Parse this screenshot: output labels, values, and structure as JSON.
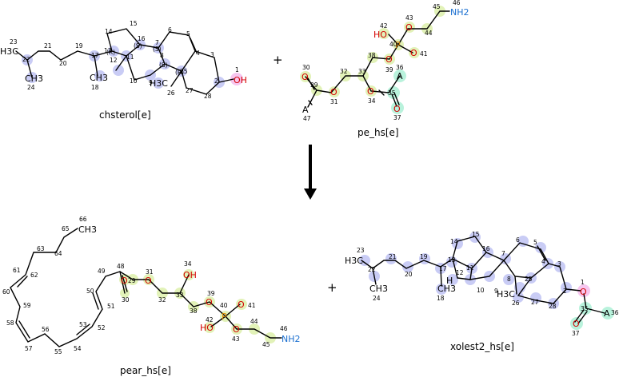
{
  "colors": {
    "highlight_blue": "#c9ccf5",
    "highlight_green": "#e2f2b8",
    "highlight_teal": "#b9f2dc",
    "highlight_pink": "#f6c6ef",
    "oxygen": "#d40000",
    "nitrogen": "#1a6fd0",
    "phosphorus": "#e08a00",
    "carbon": "#000000"
  },
  "icons": [
    "reaction-arrow-icon"
  ],
  "reaction": {
    "plus_symbol": "+",
    "reactants": [
      {
        "name": "chsterol[e]",
        "atoms": {
          "a1": "1",
          "a2": "2",
          "a3": "3",
          "a4": "4",
          "a5": "5",
          "a6": "6",
          "a7": "7",
          "a8": "8",
          "a9": "9",
          "a10": "10",
          "a11": "11",
          "a12": "12",
          "a13": "13",
          "a14": "14",
          "a15": "15",
          "a16": "16",
          "a17": "17",
          "a18": "18",
          "a19": "19",
          "a20": "20",
          "a21": "21",
          "a22": "22",
          "a23": "23",
          "a24": "24",
          "a25": "25",
          "a26": "26",
          "a27": "27",
          "a28": "28"
        },
        "labels": {
          "oh": "OH",
          "ch3_left": "H3C",
          "ch3_24": "CH3",
          "ch3_18": "CH3",
          "h3c_19": "H3C",
          "stereo_s1": "(S)",
          "stereo_s2": "(S)",
          "stereo_s3": "(S)",
          "stereo_r1": "(R)",
          "stereo_r2": "(R)"
        }
      },
      {
        "name": "pe_hs[e]",
        "atoms": {
          "a29": "29",
          "a30": "30",
          "a31": "31",
          "a32": "32",
          "a33": "33",
          "a34": "34",
          "a35": "35",
          "a36": "36",
          "a37": "37",
          "a38": "38",
          "a39": "39",
          "a40": "40",
          "a41": "41",
          "a42": "42",
          "a43": "43",
          "a44": "44",
          "a45": "45",
          "a46": "46",
          "a47": "47"
        },
        "labels": {
          "o30": "O",
          "o31": "O",
          "o34": "O",
          "o37": "O",
          "o39": "O",
          "o41": "O",
          "o43": "O",
          "ho42": "HO",
          "p40": "P",
          "nh2": "NH2",
          "a36": "A",
          "a47": "A"
        }
      }
    ],
    "products": [
      {
        "name": "pear_hs[e]",
        "atoms": {
          "a30": "30",
          "a31": "31",
          "a32": "32",
          "a33": "33",
          "a34": "34",
          "a38": "38",
          "a39": "39",
          "a40": "40",
          "a41": "41",
          "a42": "42",
          "a43": "43",
          "a44": "44",
          "a45": "45",
          "a46": "46",
          "a48": "48",
          "a49": "49",
          "a50": "50",
          "a51": "51",
          "a52": "52",
          "a53": "53",
          "a54": "54",
          "a55": "55",
          "a56": "56",
          "a57": "57",
          "a58": "58",
          "a59": "59",
          "a60": "60",
          "a61": "61",
          "a62": "62",
          "a63": "63",
          "a64": "64",
          "a65": "65",
          "a66": "66",
          "a29": "29"
        },
        "labels": {
          "ch3": "CH3",
          "o30": "O",
          "o31": "O",
          "oh34": "OH",
          "o39": "O",
          "o41": "O",
          "ho42": "HO",
          "o43": "O",
          "p40": "P",
          "nh2": "NH2"
        }
      },
      {
        "name": "xolest2_hs[e]",
        "atoms": {
          "a1": "1",
          "a2": "2",
          "a3": "3",
          "a4": "4",
          "a5": "5",
          "a6": "6",
          "a7": "7",
          "a8": "8",
          "a9": "9",
          "a10": "10",
          "a11": "11",
          "a12": "12",
          "a13": "13",
          "a14": "14",
          "a15": "15",
          "a16": "16",
          "a17": "17",
          "a18": "18",
          "a19": "19",
          "a20": "20",
          "a21": "21",
          "a22": "22",
          "a23": "23",
          "a24": "24",
          "a25": "25",
          "a26": "26",
          "a27": "27",
          "a28": "28",
          "a35": "35",
          "a36": "36",
          "a37": "37"
        },
        "labels": {
          "o1": "O",
          "o37": "O",
          "a36": "A",
          "ch3_left": "H3C",
          "ch3_24": "CH3",
          "ch3_18": "CH3",
          "h3c_19": "H3C",
          "h_12": "H"
        }
      }
    ]
  }
}
